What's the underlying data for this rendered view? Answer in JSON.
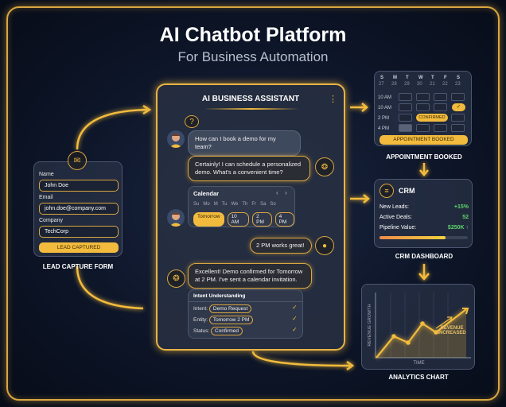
{
  "header": {
    "title": "AI Chatbot Platform",
    "subtitle": "For Business Automation"
  },
  "lead_form": {
    "caption": "LEAD CAPTURE FORM",
    "icon": "envelope-icon",
    "fields": [
      {
        "label": "Name",
        "value": "John Doe"
      },
      {
        "label": "Email",
        "value": "john.doe@company.com"
      },
      {
        "label": "Company",
        "value": "TechCorp"
      }
    ],
    "button": "LEAD CAPTURED"
  },
  "chat": {
    "title": "AI BUSINESS ASSISTANT",
    "menu_icon": "more-vertical-icon",
    "messages": [
      {
        "from": "user",
        "text": "How can I book a demo for my team?"
      },
      {
        "from": "bot",
        "text": "Certainly! I can schedule a personalized demo. What's a convenient time?"
      },
      {
        "from": "user",
        "text": "2 PM works great!"
      },
      {
        "from": "bot",
        "text": "Excellent! Demo confirmed for Tomorrow at 2 PM. I've sent a calendar invitation."
      }
    ],
    "calendar": {
      "title": "Calendar",
      "days": [
        "Su",
        "Mo",
        "M",
        "Tu",
        "We",
        "Th",
        "Fr",
        "Sa",
        "So"
      ],
      "options": [
        "Tomorrow",
        "10 AM",
        "2 PM",
        "4 PM"
      ],
      "selected": "Tomorrow"
    },
    "intent": {
      "title": "Intent Understanding",
      "rows": [
        {
          "label": "Intent:",
          "value": "Demo Request"
        },
        {
          "label": "Entity:",
          "value": "Tomorrow 2 PM"
        },
        {
          "label": "Status:",
          "value": "Confirmed"
        }
      ]
    }
  },
  "appointment": {
    "caption": "APPOINTMENT BOOKED",
    "days": [
      "S",
      "M",
      "T",
      "W",
      "T",
      "F",
      "S"
    ],
    "dates": [
      "27",
      "28",
      "29",
      "30",
      "21",
      "22",
      "23"
    ],
    "times": [
      "10 AM",
      "10 AM",
      "2 PM",
      "4 PM"
    ],
    "confirmed": "CONFIRMED",
    "button": "APPOINTMENT BOOKED"
  },
  "crm": {
    "title": "CRM",
    "caption": "CRM DASHBOARD",
    "rows": [
      {
        "label": "New Leads:",
        "value": "+15%"
      },
      {
        "label": "Active Deals:",
        "value": "52"
      },
      {
        "label": "Pipeline Value:",
        "value": "$250K ↑"
      }
    ],
    "progress": 0.75
  },
  "analytics": {
    "caption": "ANALYTICS CHART",
    "ylabel": "REVENUE GROWTH",
    "xlabel": "TIME",
    "annotation": "REVENUE INCREASED"
  },
  "colors": {
    "accent": "#f2bb3d",
    "positive": "#5dd36a",
    "background": "#0c1426"
  }
}
